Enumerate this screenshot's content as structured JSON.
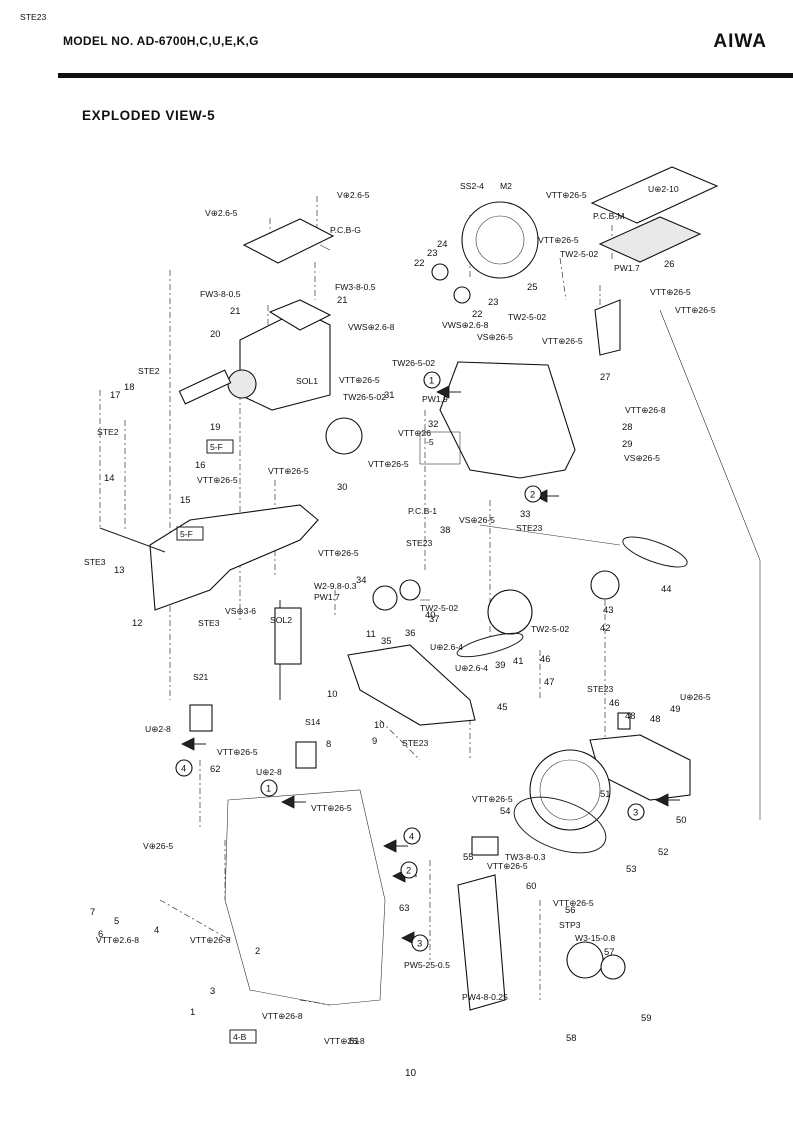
{
  "header": {
    "model": "MODEL NO. AD-6700H,C,U,E,K,G",
    "brand": "AIWA"
  },
  "title": "EXPLODED VIEW-5",
  "page_number": "10",
  "labels": [
    "V⊕2.6-5",
    "V⊕2.6-5",
    "P.C.B-G",
    "FW3-8-0.5",
    "FW3-8-0.5",
    "21",
    "21",
    "20",
    "VWS⊕2.6-8",
    "SS2-4",
    "M2",
    "24",
    "23",
    "22",
    "23",
    "22",
    "VWS⊕2.6-8",
    "VTT⊕26-5",
    "U⊕2-10",
    "P.C.B-M",
    "VTT⊕26-5",
    "TW2-5-02",
    "PW1.7",
    "26",
    "25",
    "VTT⊕26-5",
    "VTT⊕26-5",
    "TW2-5-02",
    "VTT⊕26-5",
    "VS⊕26-5",
    "27",
    "STE2",
    "18",
    "17",
    "STE2",
    "SOL1",
    "19",
    "TW26-5-02",
    "VTT⊕26-5",
    "TW26-5-02",
    "31",
    "PW1.9",
    "32",
    "VTT⊕26",
    "-5",
    "VTT⊕26-5",
    "VTT⊕26-8",
    "28",
    "29",
    "VS⊕26-5",
    "5-F",
    "16",
    "VTT⊕26-5",
    "VTT⊕26-5",
    "14",
    "15",
    "30",
    "P.C.B-1",
    "VS⊕26-5",
    "33",
    "STE23",
    "5-F",
    "VTT⊕26-5",
    "STE23",
    "38",
    "STE3",
    "13",
    "W2-9.8-0.3",
    "34",
    "PW1.7",
    "VS⊕3-6",
    "STE3",
    "12",
    "36",
    "37",
    "TW2-5-02",
    "40",
    "35",
    "U⊕2.6-4",
    "39",
    "41",
    "TW2-5-02",
    "44",
    "43",
    "42",
    "SOL2",
    "11",
    "U⊕2.6-4",
    "10",
    "10",
    "46",
    "47",
    "STE23",
    "46",
    "45",
    "48",
    "U⊕26-5",
    "49",
    "48",
    "S21",
    "U⊕2-8",
    "62",
    "VTT⊕26-5",
    "S14",
    "8",
    "U⊕2-8",
    "9",
    "STE23",
    "VTT⊕26-5",
    "51",
    "50",
    "52",
    "53",
    "VTT⊕26-5",
    "54",
    "TW3-8-0.3",
    "VTT⊕26-5",
    "55",
    "V⊕26-5",
    "7",
    "6",
    "VTT⊕2.6-8",
    "5",
    "4",
    "VTT⊕26-8",
    "3",
    "2",
    "1",
    "VTT⊕26-8",
    "4-B",
    "VTT⊕26-8",
    "61",
    "63",
    "PW5-25-0.5",
    "PW4-8-0.25",
    "60",
    "VTT⊕26-5",
    "56",
    "STP3",
    "W3-15-0.8",
    "57",
    "58",
    "59",
    "STE23"
  ],
  "callouts": [
    "1",
    "1",
    "2",
    "2",
    "3",
    "3",
    "4",
    "4"
  ],
  "icons": [
    "arrow-icon"
  ]
}
